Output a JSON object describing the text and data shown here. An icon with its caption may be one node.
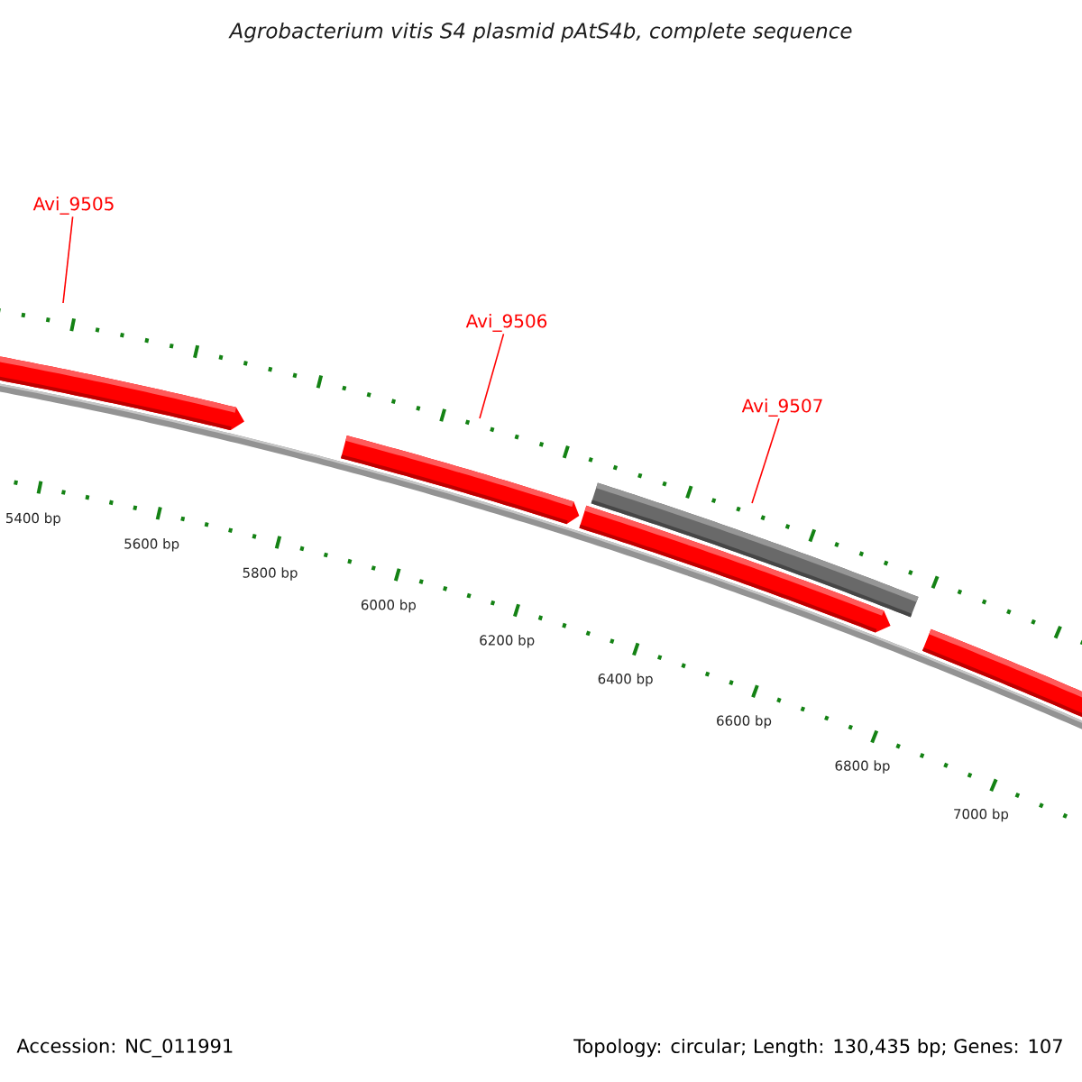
{
  "diagram": {
    "title": "Agrobacterium vitis S4 plasmid pAtS4b, complete sequence",
    "nodes": [
      {
        "text": [
          "Avi_9505"
        ]
      },
      {
        "text": [
          "Avi_9506"
        ]
      },
      {
        "text": [
          "Avi_9507"
        ]
      }
    ],
    "edges": [
      {
        "from": 0,
        "to": null,
        "arrow": "none"
      },
      {
        "from": 1,
        "to": null,
        "arrow": "none"
      },
      {
        "from": 2,
        "to": null,
        "arrow": "none"
      }
    ],
    "labels": [
      "5400 bp",
      "5600 bp",
      "5800 bp",
      "6000 bp",
      "6200 bp",
      "6400 bp",
      "6600 bp",
      "6800 bp",
      "7000 bp",
      "Accession: NC_011991",
      "Topology: circular; Length: 130,435 bp; Genes: 107"
    ]
  }
}
